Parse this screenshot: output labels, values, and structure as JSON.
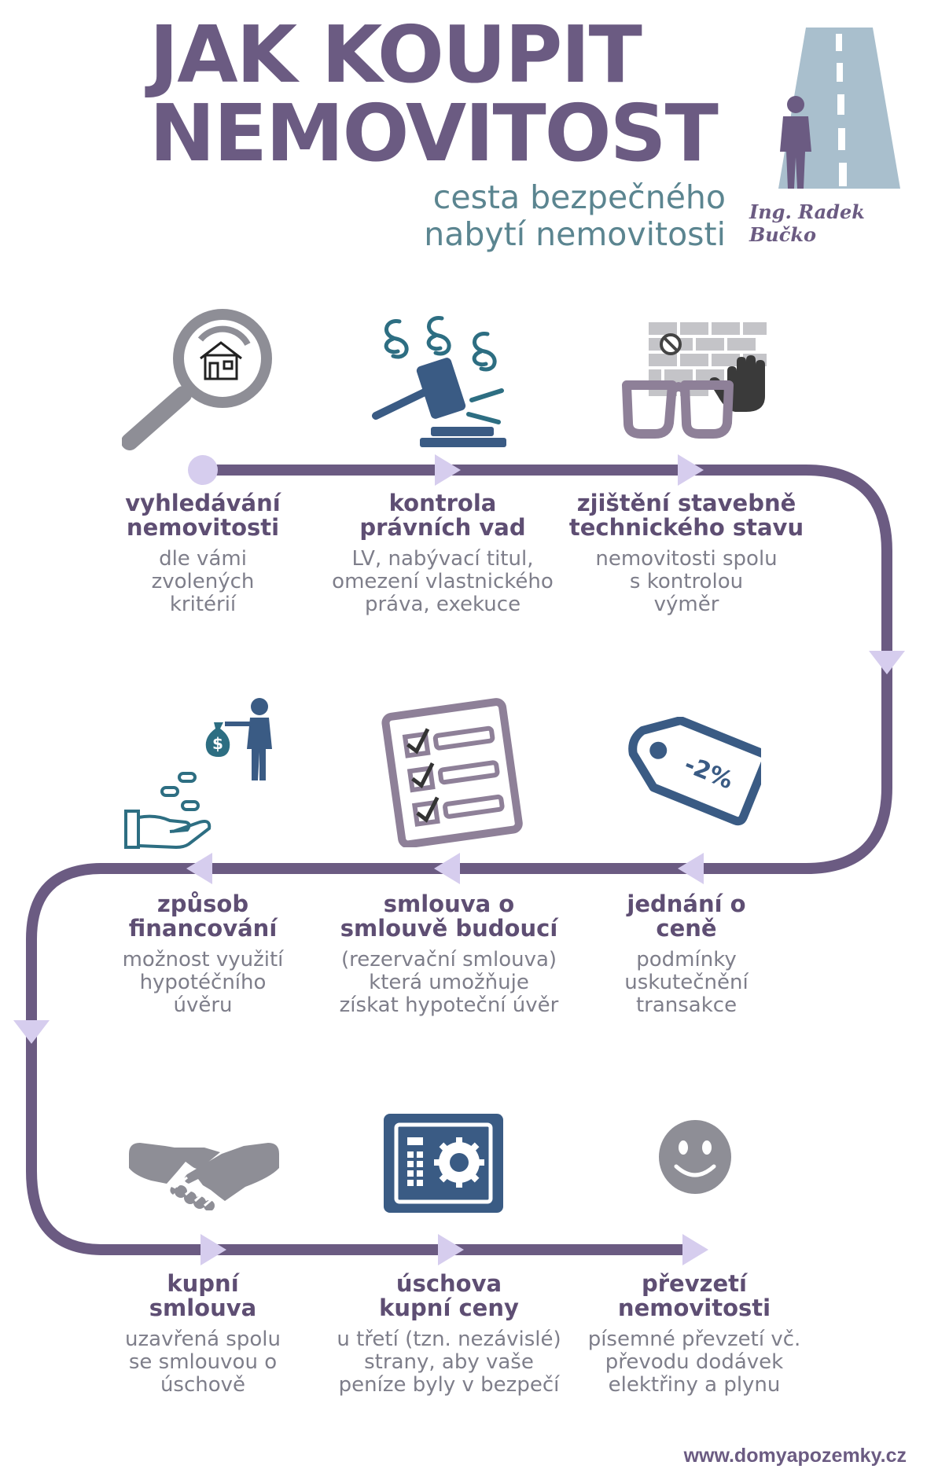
{
  "header": {
    "title_line1": "JAK  KOUPIT",
    "title_line2": "NEMOVITOST",
    "subtitle_line1": "cesta bezpečného",
    "subtitle_line2": "nabytí nemovitosti",
    "author": "Ing. Radek Bučko"
  },
  "icons": {
    "tag_text": "-2%",
    "money_symbol": "$"
  },
  "steps": [
    {
      "title1": "vyhledávání",
      "title2": "nemovitosti",
      "desc1": "dle vámi",
      "desc2": "zvolených",
      "desc3": "kritérií"
    },
    {
      "title1": "kontrola",
      "title2": "právních vad",
      "desc1": "LV, nabývací titul,",
      "desc2": "omezení vlastnického",
      "desc3": "práva, exekuce"
    },
    {
      "title1": "zjištění stavebně",
      "title2": "technického stavu",
      "desc1": "nemovitosti spolu",
      "desc2": "s kontrolou",
      "desc3": "výměr"
    },
    {
      "title1": "jednání o",
      "title2": "ceně",
      "desc1": "podmínky",
      "desc2": "uskutečnění",
      "desc3": "transakce"
    },
    {
      "title1": "smlouva o",
      "title2": "smlouvě budoucí",
      "desc1": "(rezervační smlouva)",
      "desc2": "která  umožňuje",
      "desc3": "získat hypoteční úvěr"
    },
    {
      "title1": "způsob",
      "title2": "financování",
      "desc1": "možnost využití",
      "desc2": "hypotéčního",
      "desc3": "úvěru"
    },
    {
      "title1": "kupní",
      "title2": "smlouva",
      "desc1": "uzavřená spolu",
      "desc2": "se smlouvou o",
      "desc3": "úschově"
    },
    {
      "title1": "úschova",
      "title2": "kupní ceny",
      "desc1": "u třetí (tzn. nezávislé)",
      "desc2": "strany, aby vaše",
      "desc3": "peníze byly v bezpečí"
    },
    {
      "title1": "převzetí",
      "title2": "nemovitosti",
      "desc1": "písemné převzetí vč.",
      "desc2": "převodu dodávek",
      "desc3": "elektřiny a plynu"
    }
  ],
  "footer": {
    "url": "www.domyapozemky.cz"
  },
  "colors": {
    "path": "#6b5b82",
    "arrow": "#d6cdee",
    "heading": "#5e4e73",
    "text": "#7e7e8a",
    "teal": "#2d6e82",
    "navy": "#3a5b84",
    "gray": "#8e8e96"
  }
}
